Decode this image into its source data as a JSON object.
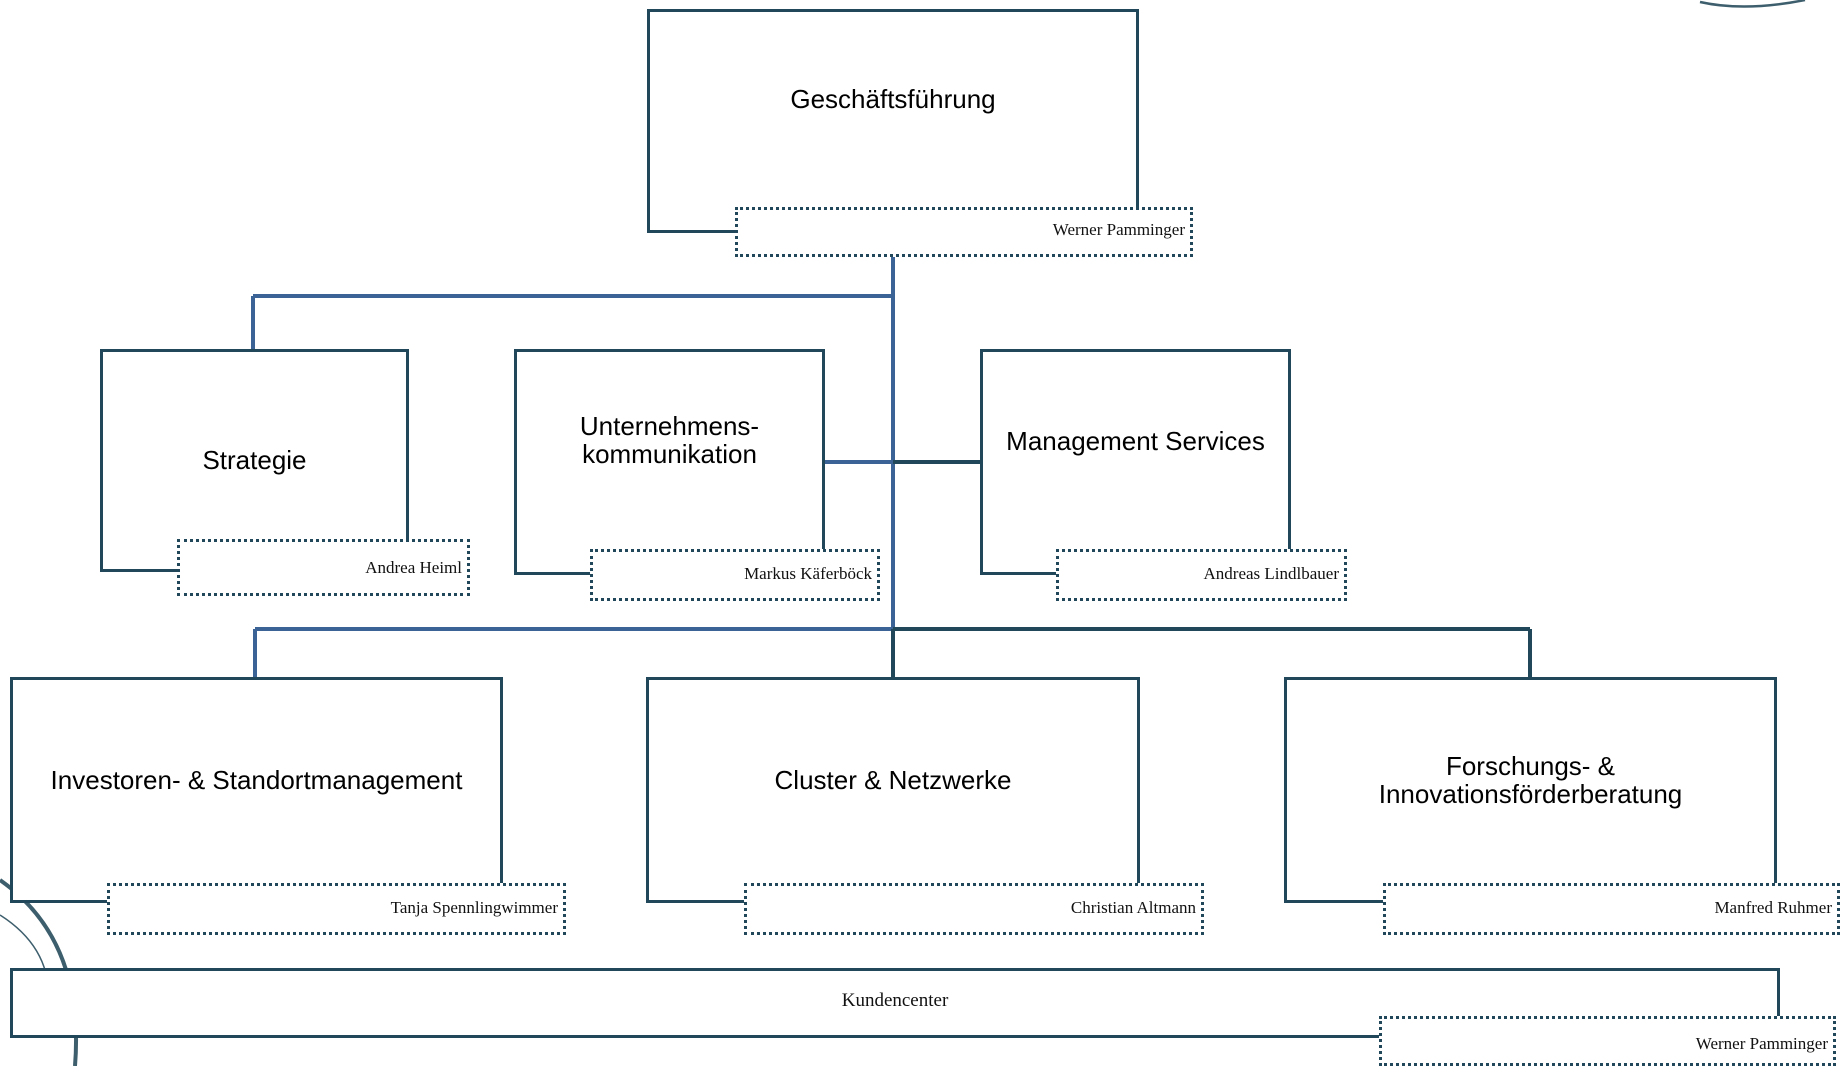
{
  "org": {
    "ceo": {
      "title": "Geschäftsführung",
      "person": "Werner Pamminger"
    },
    "staff": [
      {
        "id": "strategie",
        "title": "Strategie",
        "person": "Andrea Heiml"
      },
      {
        "id": "komm",
        "title": "Unternehmens-\nkommunikation",
        "person": "Markus Käferböck"
      },
      {
        "id": "ms",
        "title": "Management Services",
        "person": "Andreas Lindlbauer"
      }
    ],
    "units": [
      {
        "id": "invest",
        "title": "Investoren- & Standortmanagement",
        "person": "Tanja Spennlingwimmer"
      },
      {
        "id": "cluster",
        "title": "Cluster & Netzwerke",
        "person": "Christian Altmann"
      },
      {
        "id": "forschung",
        "title": "Forschungs- &\nInnovationsförderberatung",
        "person": "Manfred Ruhmer"
      }
    ],
    "kundencenter": {
      "title": "Kundencenter",
      "person": "Werner Pamminger"
    }
  },
  "colors": {
    "box_border": "#20485a",
    "connector_blue": "#3c6396",
    "connector_dark": "#20485a",
    "decor": "#3d5e6c"
  }
}
